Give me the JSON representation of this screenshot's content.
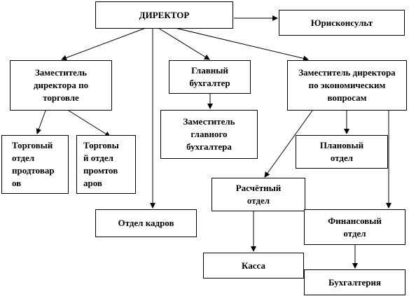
{
  "boxes": {
    "director": "ДИРЕКТОР",
    "legal": "Юрисконсульт",
    "deputy_trade": "Заместитель\nдиректора по\nторговле",
    "chief_accountant": "Главный\nбухгалтер",
    "deputy_economic": "Заместитель директора\nпо экономическим\nвопросам",
    "deputy_chief_accountant": "Заместитель\nглавного\nбухгалтера",
    "trade_food": "Торговый\nотдел\nпродтовар\nов",
    "trade_industrial": "Торговы\nй отдел\nпромтов\nаров",
    "planning": "Плановый\nотдел",
    "settlement": "Расчётный\nотдел",
    "personnel": "Отдел кадров",
    "finance": "Финансовый\nотдел",
    "cash": "Касса",
    "accounting": "Бухгалтерия"
  }
}
